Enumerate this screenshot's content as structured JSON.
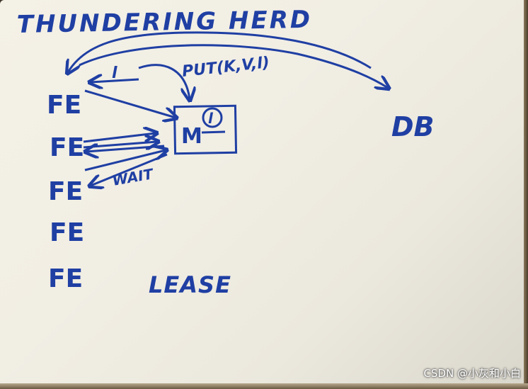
{
  "title": "THUNDERING HERD",
  "nodes": {
    "fe_labels": [
      "FE",
      "FE",
      "FE",
      "FE",
      "FE"
    ],
    "memcache": "M",
    "lease_mark": "l",
    "db": "DB"
  },
  "annotations": {
    "lease_return": "l",
    "put_call": "PUT(K,V,l)",
    "wait": "WAIT",
    "lease": "LEASE"
  },
  "watermark": "CSDN @小灰和小白",
  "colors": {
    "ink": "#1f3fa3",
    "board": "#f2efe5"
  }
}
